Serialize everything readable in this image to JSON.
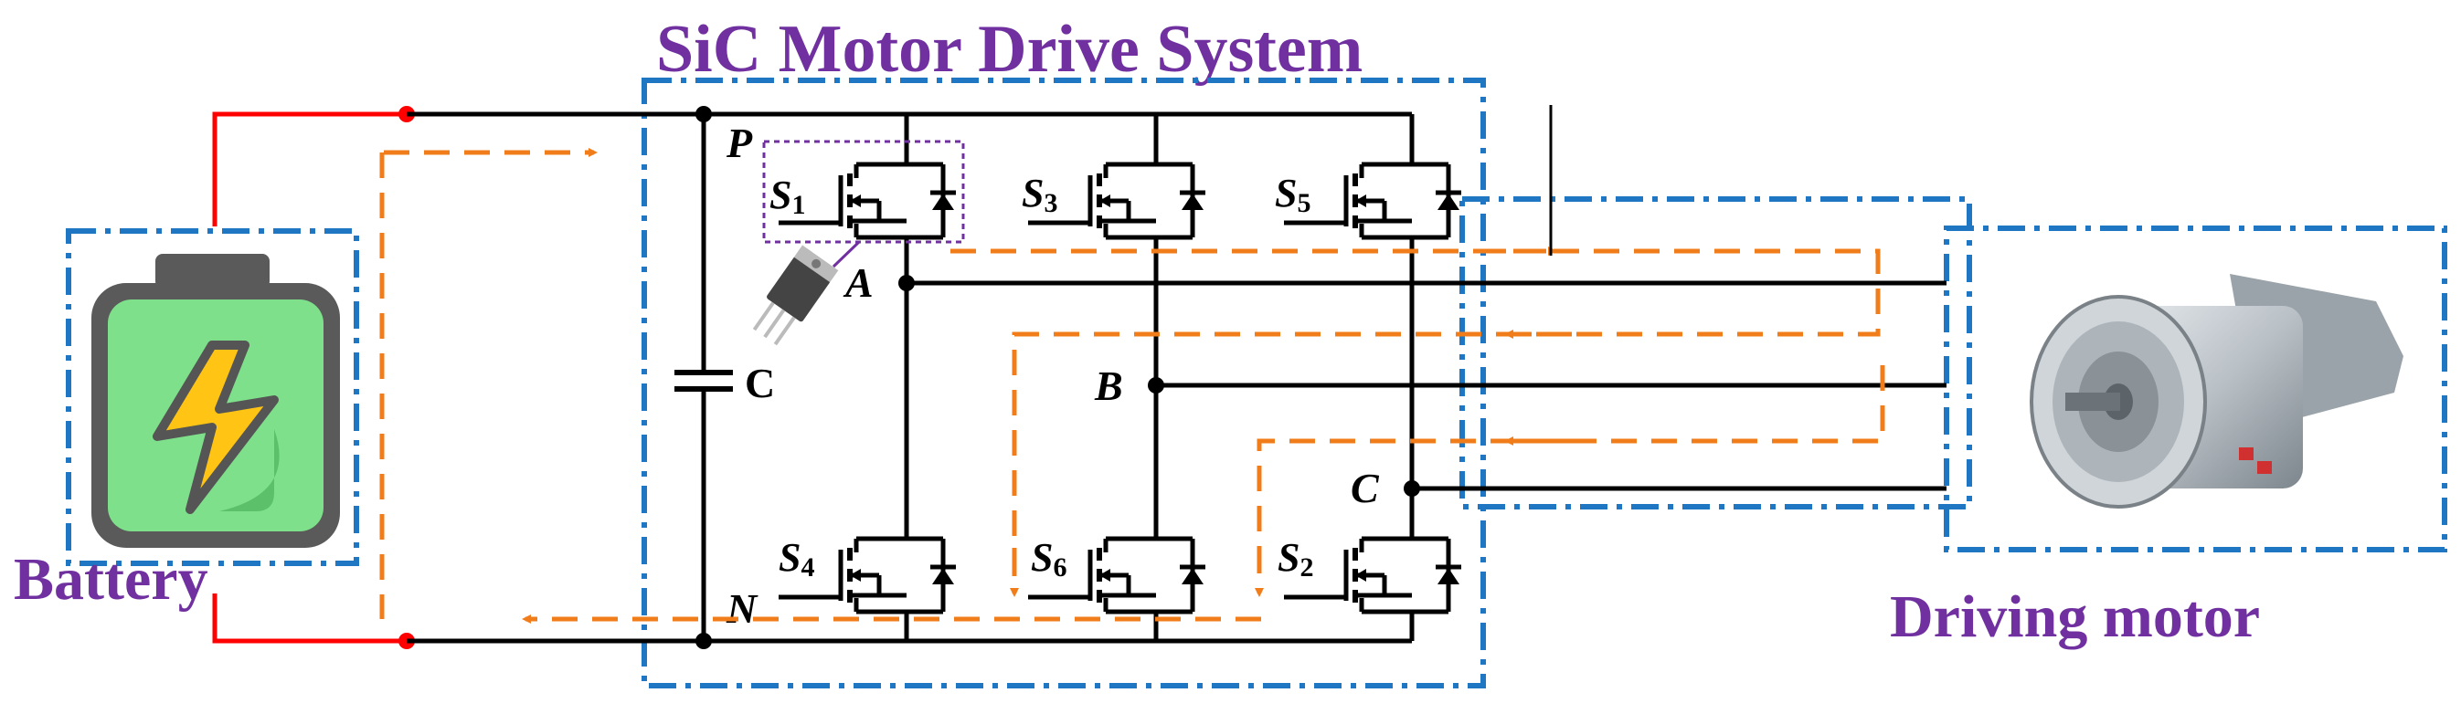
{
  "title": "SiC Motor Drive System",
  "battery_label": "Battery",
  "motor_label": "Driving motor",
  "capacitor_label": "C",
  "nodes": {
    "p": "P",
    "n": "N",
    "a": "A",
    "b": "B",
    "c": "C"
  },
  "switches": [
    {
      "letter": "S",
      "sub": "1"
    },
    {
      "letter": "S",
      "sub": "3"
    },
    {
      "letter": "S",
      "sub": "5"
    },
    {
      "letter": "S",
      "sub": "4"
    },
    {
      "letter": "S",
      "sub": "6"
    },
    {
      "letter": "S",
      "sub": "2"
    }
  ],
  "colors": {
    "title_purple": "#7030a0",
    "box_blue": "#1f77c4",
    "current_orange": "#f07d1a",
    "battery_wire_red": "#ff0000",
    "battery_green": "#7ee08a"
  },
  "icons": [
    "battery-icon",
    "lightning-bolt-icon",
    "mosfet-package-icon",
    "electric-motor-icon"
  ]
}
